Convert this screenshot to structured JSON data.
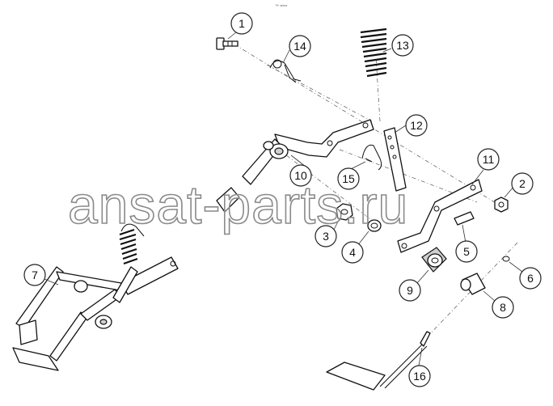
{
  "diagram": {
    "top_mark": "™ ===",
    "watermark": "ansat-parts.ru",
    "callouts": [
      {
        "id": "1",
        "label": "1"
      },
      {
        "id": "2",
        "label": "2"
      },
      {
        "id": "3",
        "label": "3"
      },
      {
        "id": "4",
        "label": "4"
      },
      {
        "id": "5",
        "label": "5"
      },
      {
        "id": "6",
        "label": "6"
      },
      {
        "id": "7",
        "label": "7"
      },
      {
        "id": "8",
        "label": "8"
      },
      {
        "id": "9",
        "label": "9"
      },
      {
        "id": "10",
        "label": "10"
      },
      {
        "id": "11",
        "label": "11"
      },
      {
        "id": "12",
        "label": "12"
      },
      {
        "id": "13",
        "label": "13"
      },
      {
        "id": "14",
        "label": "14"
      },
      {
        "id": "15",
        "label": "15"
      },
      {
        "id": "16",
        "label": "16"
      }
    ]
  }
}
